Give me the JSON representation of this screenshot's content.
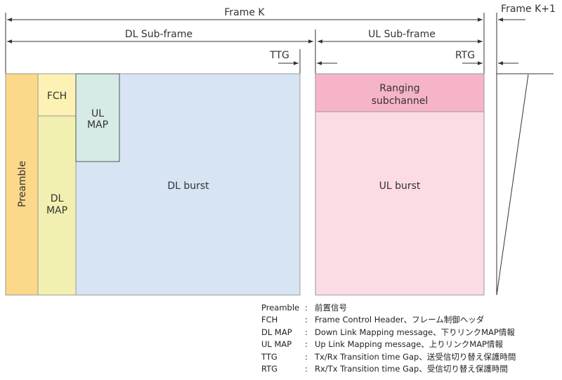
{
  "labels": {
    "frame_k": "Frame K",
    "frame_k1": "Frame K+1",
    "dl_subframe": "DL Sub-frame",
    "ul_subframe": "UL Sub-frame",
    "ttg": "TTG",
    "rtg": "RTG",
    "preamble": "Preamble",
    "fch": "FCH",
    "ul_map_line1": "UL",
    "ul_map_line2": "MAP",
    "dl_map_line1": "DL",
    "dl_map_line2": "MAP",
    "dl_burst": "DL burst",
    "ranging_line1": "Ranging",
    "ranging_line2": "subchannel",
    "ul_burst": "UL burst"
  },
  "colors": {
    "preamble": "#fbd88a",
    "fch": "#fdf2b4",
    "dl_map": "#f2f0b0",
    "ul_map": "#d6eae6",
    "dl_burst": "#d6e4f3",
    "ranging": "#f6b4c8",
    "ul_burst": "#fbdbe4",
    "lines": "#333333"
  },
  "legend": [
    {
      "term": "Preamble",
      "sep": ":",
      "desc": "前置信号"
    },
    {
      "term": "FCH",
      "sep": ":",
      "desc": "Frame Control Header、フレーム制御ヘッダ"
    },
    {
      "term": "DL MAP",
      "sep": ":",
      "desc": "Down Link Mapping message、下りリンクMAP情報"
    },
    {
      "term": "UL MAP",
      "sep": ":",
      "desc": "Up Link Mapping message、上りリンクMAP情報"
    },
    {
      "term": "TTG",
      "sep": ":",
      "desc": "Tx/Rx Transition time Gap、送受信切り替え保護時間"
    },
    {
      "term": "RTG",
      "sep": ":",
      "desc": "Rx/Tx Transition time Gap、受信切り替え保護時間"
    }
  ]
}
